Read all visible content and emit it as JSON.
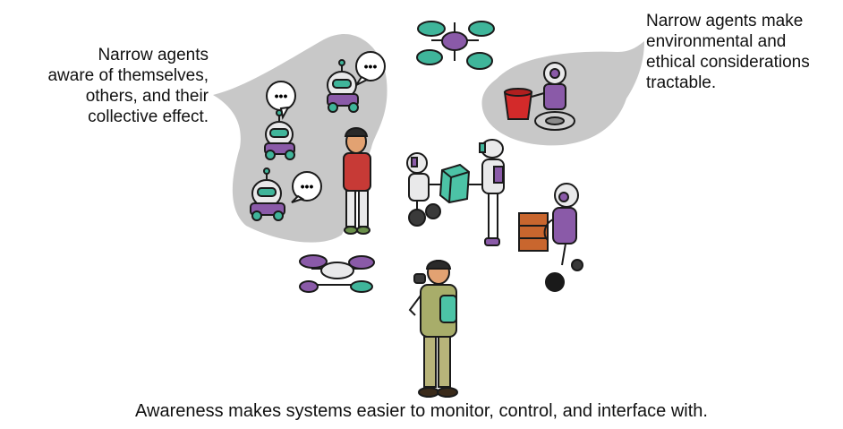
{
  "captions": {
    "left": [
      "Narrow agents",
      "aware of themselves,",
      "others, and their",
      "collective effect."
    ],
    "right": [
      "Narrow agents make",
      "environmental and",
      "ethical considerations",
      "tractable."
    ],
    "bottom": "Awareness makes systems easier to monitor, control, and interface with."
  },
  "speech_bubble_text": "•••",
  "colors": {
    "bubble_gray": "#c8c8c8",
    "robot_purple": "#8a5aa8",
    "robot_teal": "#3fb59a",
    "robot_white": "#e9e9ea",
    "outline": "#1a1a1a",
    "box_green": "#4cc3a6",
    "crate_orange": "#c9662e",
    "bucket_red": "#d32a2a",
    "person_red_shirt": "#c73a36",
    "person_olive_jacket": "#a8ad6a"
  }
}
